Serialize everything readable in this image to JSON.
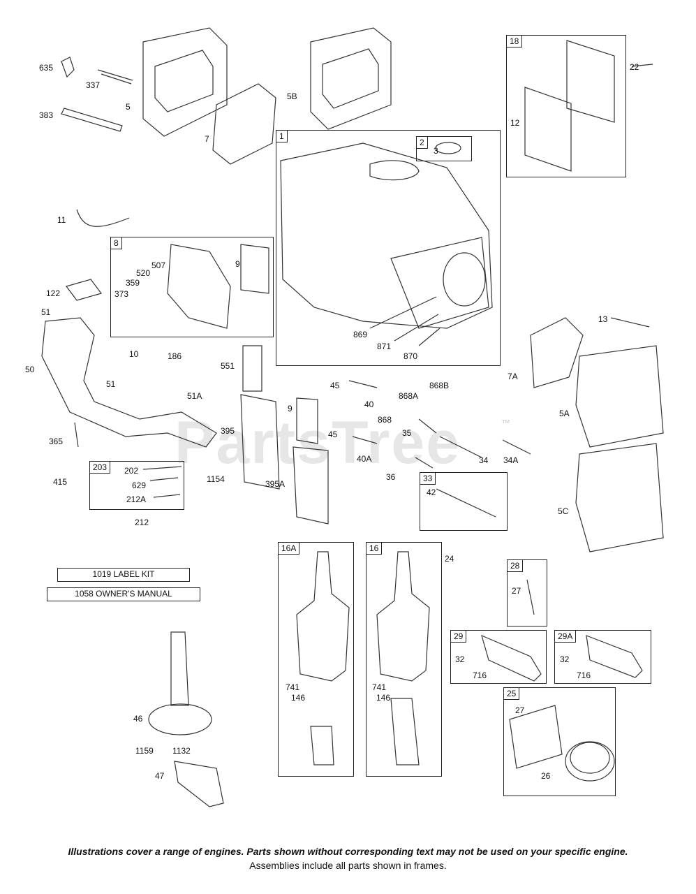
{
  "watermark": "PartsTree",
  "watermark_tm": "™",
  "frames": {
    "f1": "1",
    "f2": "2",
    "f8": "8",
    "f18": "18",
    "f33": "33",
    "f203": "203",
    "f16a": "16A",
    "f16": "16",
    "f28": "28",
    "f29": "29",
    "f29a": "29A",
    "f25": "25"
  },
  "labels": {
    "l635": "635",
    "l337": "337",
    "l383": "383",
    "l5": "5",
    "l7": "7",
    "l5b": "5B",
    "l22": "22",
    "l12": "12",
    "l3": "3",
    "l11": "11",
    "l507": "507",
    "l520": "520",
    "l359": "359",
    "l373": "373",
    "l9a": "9",
    "l122": "122",
    "l51a": "51",
    "l50": "50",
    "l51b": "51",
    "l10": "10",
    "l186": "186",
    "l869": "869",
    "l871": "871",
    "l870": "870",
    "l13": "13",
    "l7a": "7A",
    "l551": "551",
    "l51aa": "51A",
    "l395": "395",
    "l9b": "9",
    "l365": "365",
    "l45a": "45",
    "l40": "40",
    "l868a": "868A",
    "l868b": "868B",
    "l868": "868",
    "l35": "35",
    "l45b": "45",
    "l40a": "40A",
    "l36": "36",
    "l34": "34",
    "l34a": "34A",
    "l5a": "5A",
    "l42": "42",
    "l5c": "5C",
    "l1154": "1154",
    "l395a": "395A",
    "l415": "415",
    "l202": "202",
    "l629": "629",
    "l212a": "212A",
    "l212": "212",
    "l24": "24",
    "l741a": "741",
    "l146a": "146",
    "l741b": "741",
    "l146b": "146",
    "l27a": "27",
    "l32a": "32",
    "l716a": "716",
    "l32b": "32",
    "l716b": "716",
    "l27b": "27",
    "l26": "26",
    "l46": "46",
    "l1159": "1159",
    "l1132": "1132",
    "l47": "47"
  },
  "kits": {
    "label_kit": "1019 LABEL KIT",
    "owners_manual": "1058 OWNER'S MANUAL"
  },
  "footer": {
    "line1": "Illustrations cover a range of engines. Parts shown without corresponding text may not be used on your specific engine.",
    "line2": "Assemblies include all parts shown in frames."
  }
}
